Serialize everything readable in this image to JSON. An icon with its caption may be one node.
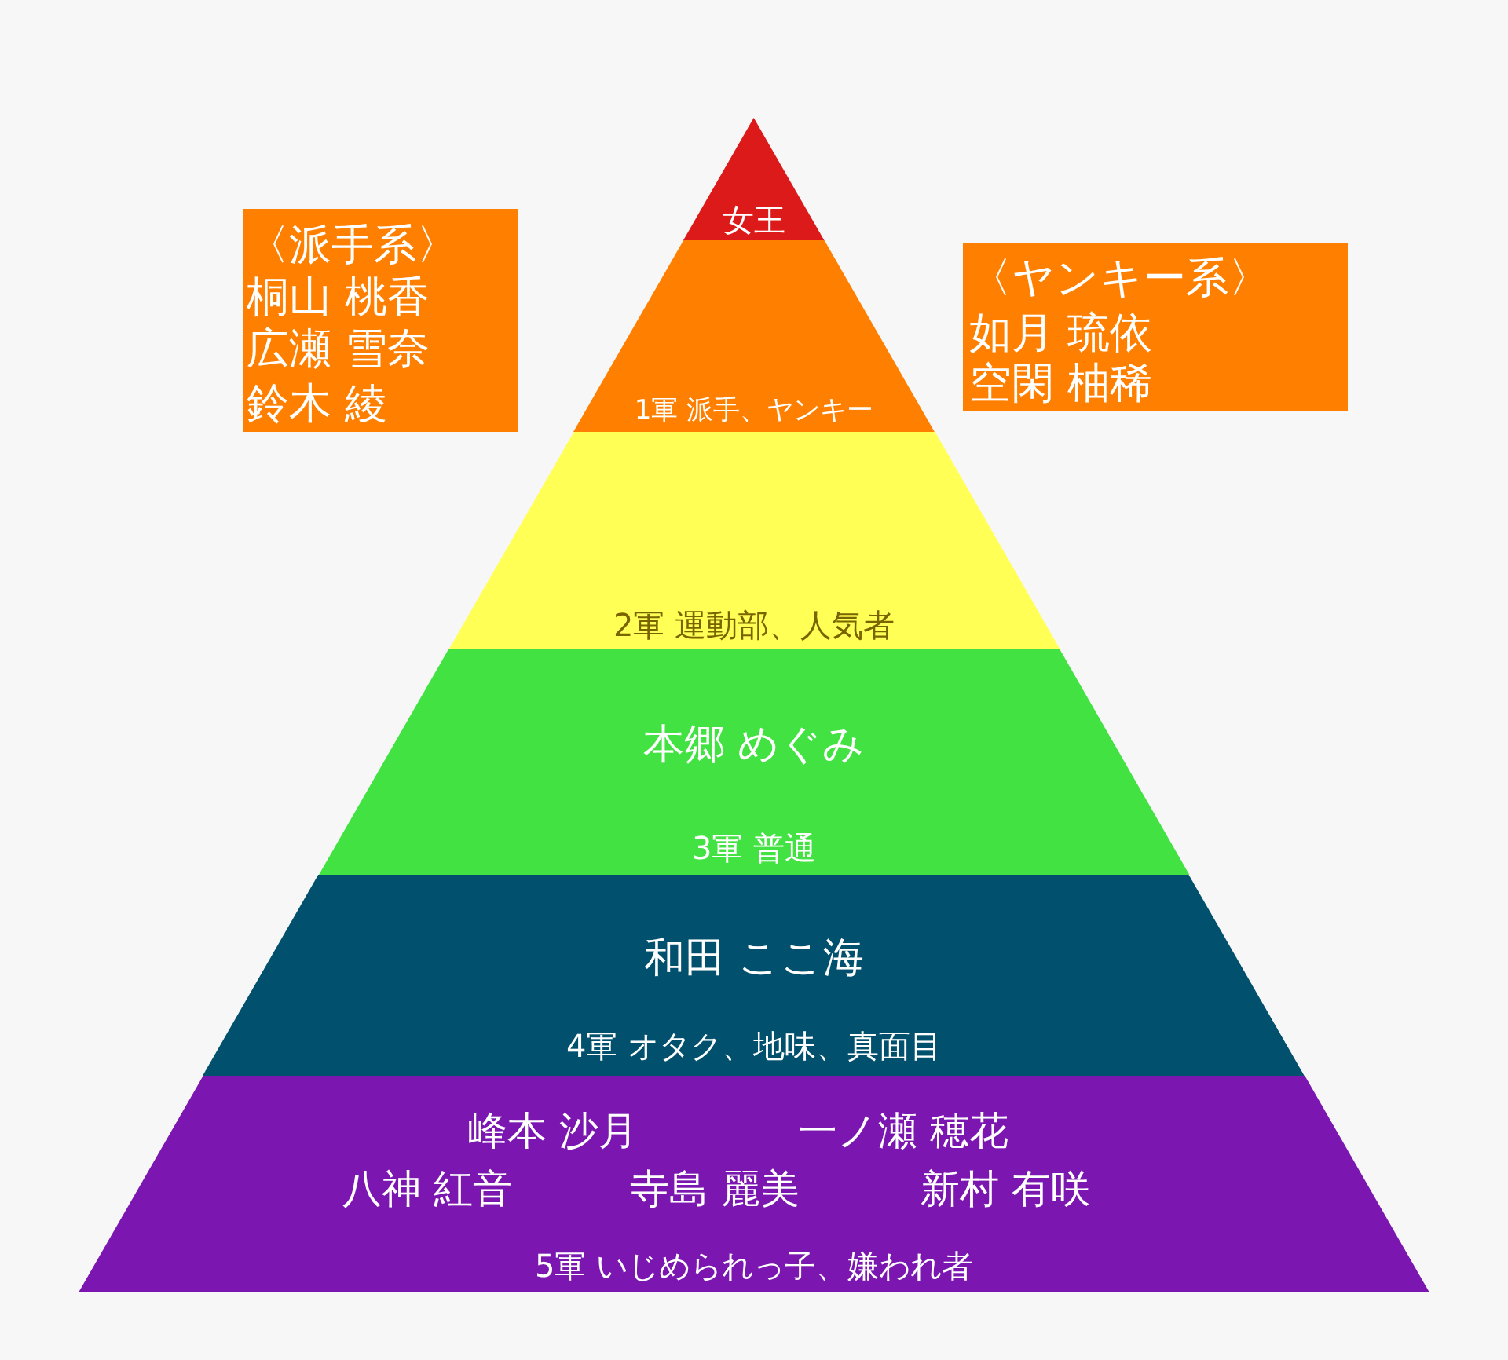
{
  "diagram": {
    "nodes": [
      {
        "text": [
          "女王"
        ]
      },
      {
        "text": [
          "1軍 派手、ヤンキー"
        ]
      },
      {
        "text": [
          "2軍 運動部、人気者"
        ]
      },
      {
        "text": [
          "本郷 めぐみ",
          "3軍 普通"
        ]
      },
      {
        "text": [
          "和田 ここ海",
          "4軍 オタク、地味、真面目"
        ]
      },
      {
        "text": [
          "峰本 沙月",
          "一ノ瀬 穂花",
          "八神 紅音",
          "寺島 麗美",
          "新村 有咲",
          "5軍 いじめられっ子、嫌われ者"
        ]
      },
      {
        "text": [
          "〈派手系〉",
          "桐山 桃香",
          "広瀬 雪奈",
          "鈴木 綾"
        ]
      },
      {
        "text": [
          "〈ヤンキー系〉",
          "如月 琉依",
          "空閑 柚稀"
        ]
      }
    ]
  }
}
